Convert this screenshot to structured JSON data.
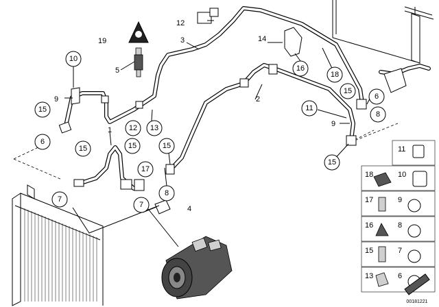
{
  "diagram": {
    "plain_labels": [
      {
        "key": "n19",
        "text": "19"
      },
      {
        "key": "n12",
        "text": "12"
      },
      {
        "key": "n3",
        "text": "3"
      },
      {
        "key": "n14",
        "text": "14"
      },
      {
        "key": "n5",
        "text": "5"
      },
      {
        "key": "n9a",
        "text": "9"
      },
      {
        "key": "n2",
        "text": "2"
      },
      {
        "key": "n9b",
        "text": "9"
      },
      {
        "key": "n1",
        "text": "1"
      },
      {
        "key": "n4",
        "text": "4"
      }
    ],
    "circled_labels": [
      {
        "key": "c10",
        "text": "10"
      },
      {
        "key": "c15a",
        "text": "15"
      },
      {
        "key": "c6a",
        "text": "6"
      },
      {
        "key": "c13",
        "text": "13"
      },
      {
        "key": "c12",
        "text": "12"
      },
      {
        "key": "c15b",
        "text": "15"
      },
      {
        "key": "c15c",
        "text": "15"
      },
      {
        "key": "c15d",
        "text": "15"
      },
      {
        "key": "c7a",
        "text": "7"
      },
      {
        "key": "c17",
        "text": "17"
      },
      {
        "key": "c8a",
        "text": "8"
      },
      {
        "key": "c7b",
        "text": "7"
      },
      {
        "key": "c16",
        "text": "16"
      },
      {
        "key": "c18",
        "text": "18"
      },
      {
        "key": "c15e",
        "text": "15"
      },
      {
        "key": "c6b",
        "text": "6"
      },
      {
        "key": "c8b",
        "text": "8"
      },
      {
        "key": "c11",
        "text": "11"
      },
      {
        "key": "c15f",
        "text": "15"
      }
    ],
    "legend": [
      {
        "key": "l11",
        "text": "11"
      },
      {
        "key": "l10",
        "text": "10"
      },
      {
        "key": "l18",
        "text": "18"
      },
      {
        "key": "l9",
        "text": "9"
      },
      {
        "key": "l17",
        "text": "17"
      },
      {
        "key": "l8",
        "text": "8"
      },
      {
        "key": "l16",
        "text": "16"
      },
      {
        "key": "l7",
        "text": "7"
      },
      {
        "key": "l15",
        "text": "15"
      },
      {
        "key": "l6",
        "text": "6"
      },
      {
        "key": "l13",
        "text": "13"
      }
    ],
    "diagram_id": "00181221"
  }
}
